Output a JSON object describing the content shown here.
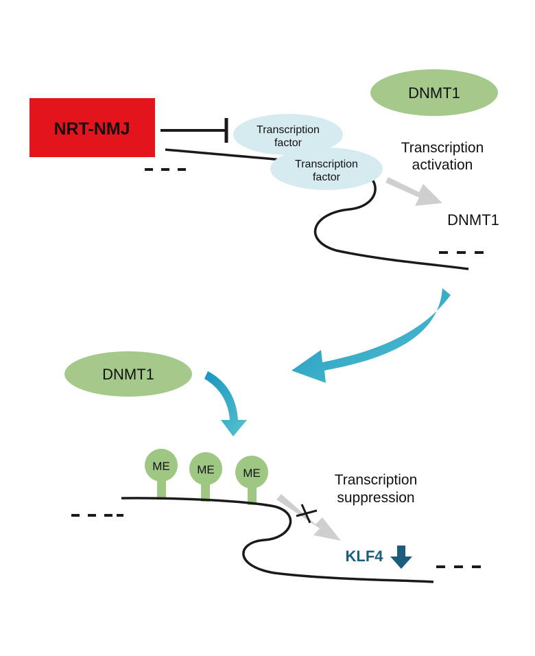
{
  "labels": {
    "nrt_nmj": "NRT-NMJ",
    "dnmt1_top": "DNMT1",
    "tf1_line1": "Transcription",
    "tf1_line2": "factor",
    "tf2_line1": "Transcription",
    "tf2_line2": "factor",
    "activation_line1": "Transcription",
    "activation_line2": "activation",
    "dnmt1_gene": "DNMT1",
    "dnmt1_bottom": "DNMT1",
    "me1": "ME",
    "me2": "ME",
    "me3": "ME",
    "suppression_line1": "Transcription",
    "suppression_line2": "suppression",
    "klf4": "KLF4"
  },
  "colors": {
    "nrt_box": "#e3141b",
    "dnmt1_ellipse": "#a4c98a",
    "tf_ellipse": "#d6ebf0",
    "me_marker": "#9fc784",
    "teal_arrow": "#2aa7c6",
    "gray_arrow": "#cfcfcf",
    "klf4_text": "#1c5c7c",
    "klf4_arrow": "#1c5c7c"
  }
}
